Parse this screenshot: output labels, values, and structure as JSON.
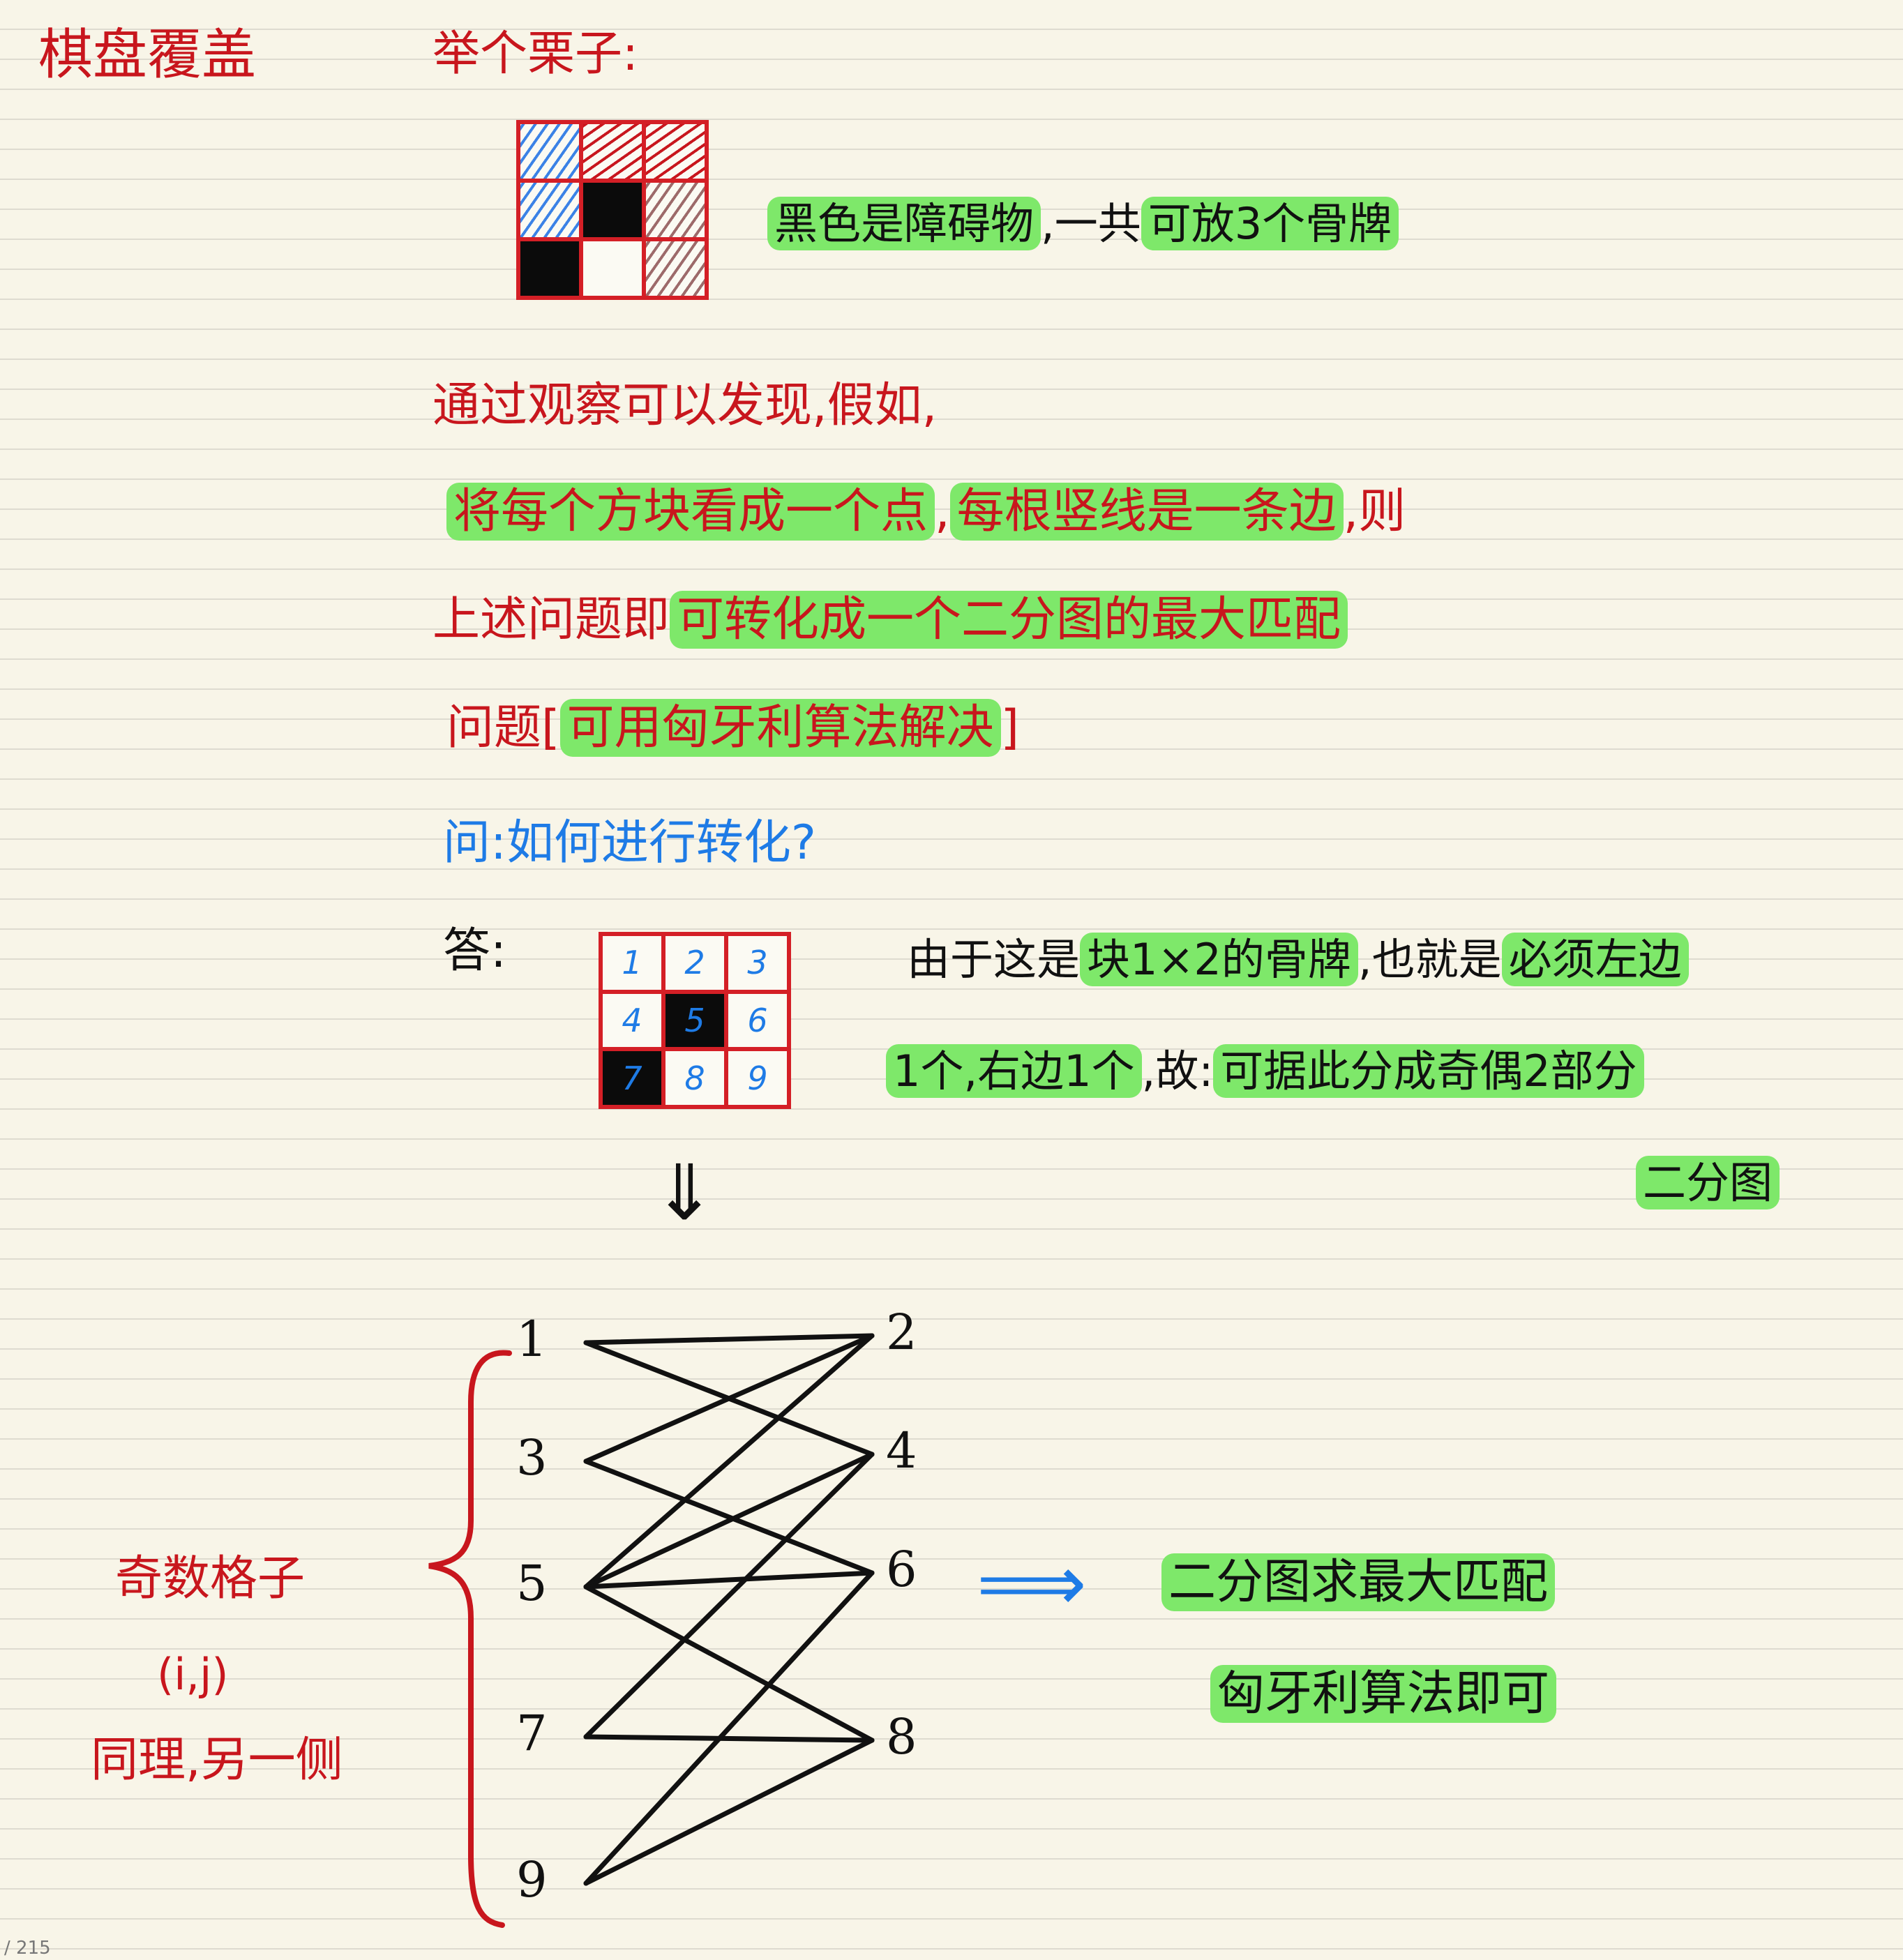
{
  "title": "棋盘覆盖",
  "example_label": "举个栗子:",
  "example_grid": {
    "cells": [
      {
        "type": "hatch-blue"
      },
      {
        "type": "hatch-red"
      },
      {
        "type": "hatch-red"
      },
      {
        "type": "hatch-blue"
      },
      {
        "type": "obstacle"
      },
      {
        "type": "hatch-brown"
      },
      {
        "type": "obstacle"
      },
      {
        "type": "empty"
      },
      {
        "type": "hatch-brown"
      }
    ]
  },
  "note1": {
    "part1": "黑色是障碍物",
    "part2": ",一共",
    "part3": "可放3个骨牌"
  },
  "para": {
    "line1": "通过观察可以发现,假如,",
    "line2a": "将每个方块看成一个点",
    "line2b": ",",
    "line2c": "每根竖线是一条边",
    "line2d": ",则",
    "line3a": "上述问题即",
    "line3b": "可转化成一个二分图的最大匹配",
    "line4a": "问题[",
    "line4b": "可用匈牙利算法解决",
    "line4c": "]"
  },
  "question": "问:如何进行转化?",
  "answer_label": "答:",
  "numbered_grid": {
    "cells": [
      {
        "n": "1",
        "obstacle": false
      },
      {
        "n": "2",
        "obstacle": false
      },
      {
        "n": "3",
        "obstacle": false
      },
      {
        "n": "4",
        "obstacle": false
      },
      {
        "n": "5",
        "obstacle": true
      },
      {
        "n": "6",
        "obstacle": false
      },
      {
        "n": "7",
        "obstacle": true
      },
      {
        "n": "8",
        "obstacle": false
      },
      {
        "n": "9",
        "obstacle": false
      }
    ]
  },
  "explain": {
    "l1a": "由于这是",
    "l1b": "块1×2的骨牌",
    "l1c": ",也就是",
    "l1d": "必须左边",
    "l2a": "1个,右边1个",
    "l2b": ",故:",
    "l2c": "可据此分成奇偶2部分",
    "l3": "二分图"
  },
  "arrow_down": "⇓",
  "bipartite": {
    "left": [
      "1",
      "3",
      "5",
      "7",
      "9"
    ],
    "right": [
      "2",
      "4",
      "6",
      "8"
    ],
    "edges": [
      [
        "1",
        "2"
      ],
      [
        "1",
        "4"
      ],
      [
        "3",
        "2"
      ],
      [
        "3",
        "6"
      ],
      [
        "5",
        "2"
      ],
      [
        "5",
        "4"
      ],
      [
        "5",
        "6"
      ],
      [
        "5",
        "8"
      ],
      [
        "7",
        "4"
      ],
      [
        "7",
        "8"
      ],
      [
        "9",
        "6"
      ],
      [
        "9",
        "8"
      ]
    ]
  },
  "left_note": {
    "l1": "奇数格子",
    "l2": "(i,j)",
    "l3": "同理,另一侧"
  },
  "result": {
    "arrow": "⟹",
    "l1": "二分图求最大匹配",
    "l2": "匈牙利算法即可"
  },
  "page_num": "/ 215"
}
